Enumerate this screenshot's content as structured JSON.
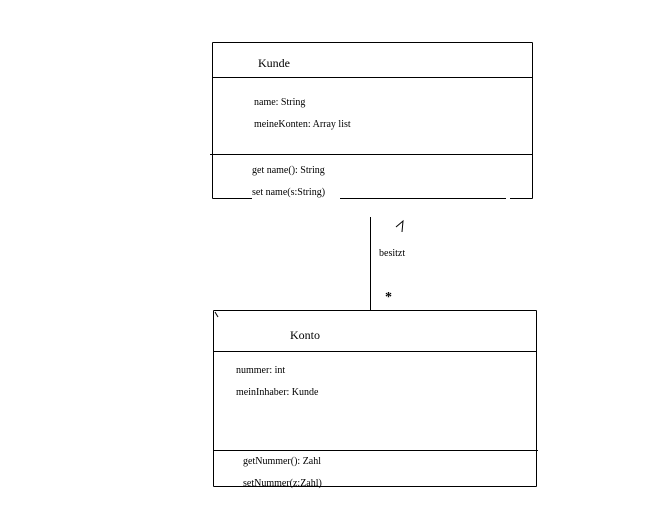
{
  "diagram": {
    "type": "uml-class-diagram",
    "classes": [
      {
        "id": "kunde",
        "name": "Kunde",
        "attributes": [
          "name: String",
          "meineKonten: Array list"
        ],
        "methods": [
          "get name(): String",
          "set name(s:String)"
        ]
      },
      {
        "id": "konto",
        "name": "Konto",
        "attributes": [
          "nummer: int",
          "meinInhaber: Kunde"
        ],
        "methods": [
          "getNummer(): Zahl",
          "setNummer(z:Zahl)"
        ]
      }
    ],
    "association": {
      "label": "besitzt",
      "multiplicity_kunde": "1",
      "multiplicity_konto": "*"
    }
  }
}
